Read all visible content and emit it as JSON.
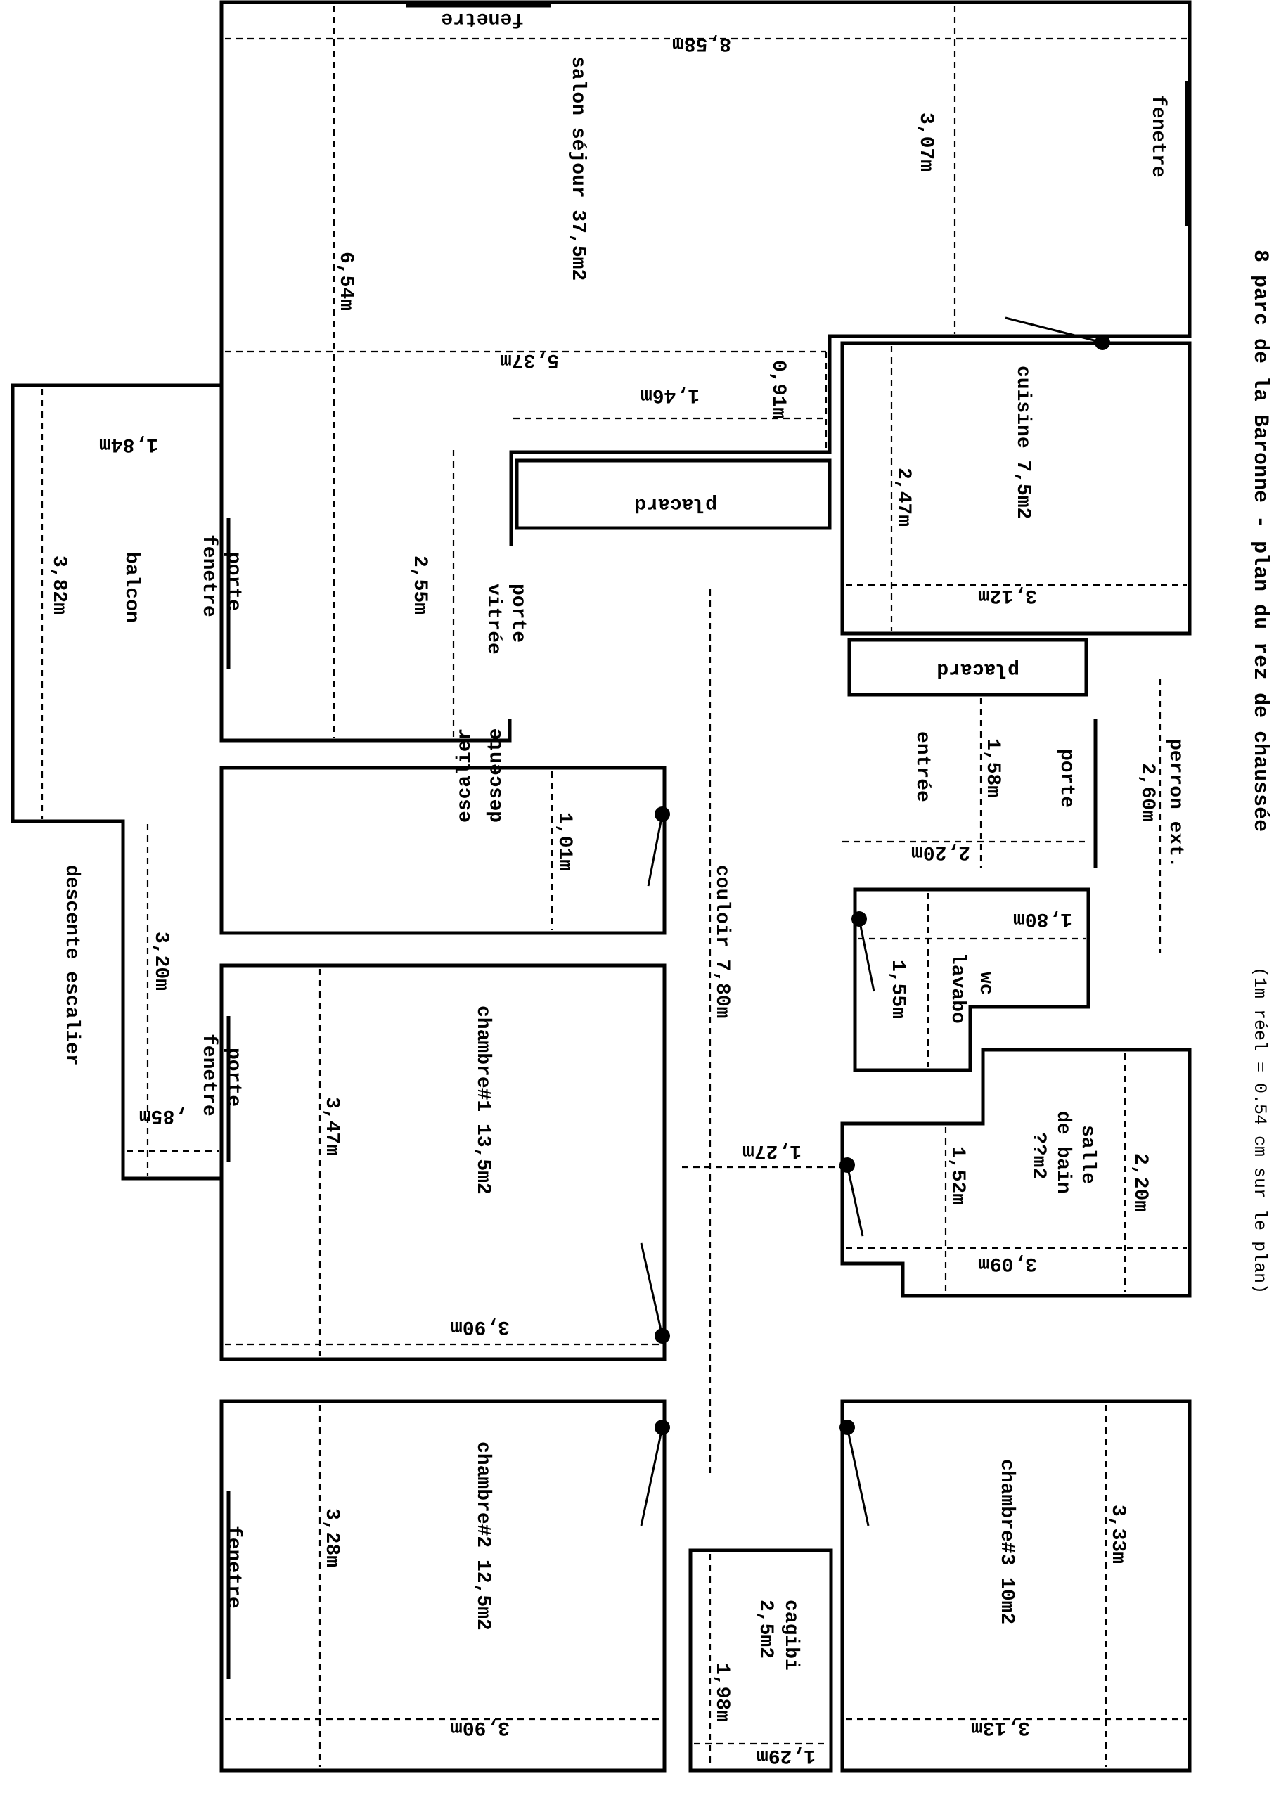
{
  "title": "8 parc de la Baronne - plan du rez de chaussée",
  "scale_note": "(1m réel = 0.54 cm sur le plan)",
  "rooms": {
    "salon": "salon séjour 37,5m2",
    "cuisine": "cuisine 7,5m2",
    "entree": "entrée",
    "perron": "perron ext.",
    "wc": "wc",
    "lavabo": "lavabo",
    "sdb_1": "salle",
    "sdb_2": "de bain",
    "sdb_3": "??m2",
    "balcon": "balcon",
    "descente_escalier_1": "descente",
    "descente_escalier_2": "escalier",
    "descente_escalier_ext": "descente escalier",
    "chambre1": "chambre#1 13,5m2",
    "chambre2": "chambre#2 12,5m2",
    "chambre3": "chambre#3 10m2",
    "cagibi_1": "cagibi",
    "cagibi_2": "2,5m2",
    "couloir": "couloir 7,80m",
    "placard_salon": "placard",
    "placard_entree": "placard"
  },
  "openings": {
    "fenetre_top": "fenetre",
    "fenetre_right": "fenetre",
    "porte_fenetre_salon_1": "porte",
    "porte_fenetre_salon_2": "fenetre",
    "porte_vitree_1": "porte",
    "porte_vitree_2": "vitrée",
    "porte_entree": "porte",
    "porte_fenetre_ch1_1": "porte",
    "porte_fenetre_ch1_2": "fenetre",
    "fenetre_ch2": "fenetre"
  },
  "dims": {
    "salon_width": "8,58m",
    "salon_right_height": "3,07m",
    "salon_height": "6,54m",
    "salon_mid": "5,37m",
    "step_small": "0,91m",
    "couloir_head": "1,46m",
    "balcon_top": "1,84m",
    "balcon_len": "3,82m",
    "porte_vitree_span": "2,55m",
    "cuisine_len": "2,47m",
    "cuisine_width": "3,12m",
    "perron": "2,60m",
    "entree_len": "1,58m",
    "entree_width": "2,20m",
    "wc_len": "1,55m",
    "wc_width": "1,80m",
    "descente_width": "1,01m",
    "descente_ext": "3,20m",
    "descente_ext_w": ",85m",
    "ch1_len": "3,47m",
    "ch1_width": "3,90m",
    "couloir_width": "1,27m",
    "sdb_len": "1,52m",
    "sdb_width": "3,09m",
    "sdb_full": "2,20m",
    "ch2_len": "3,28m",
    "ch2_width": "3,90m",
    "cagibi_len": "1,98m",
    "cagibi_width": "1,29m",
    "ch3_len": "3,33m",
    "ch3_width": "3,13m"
  }
}
